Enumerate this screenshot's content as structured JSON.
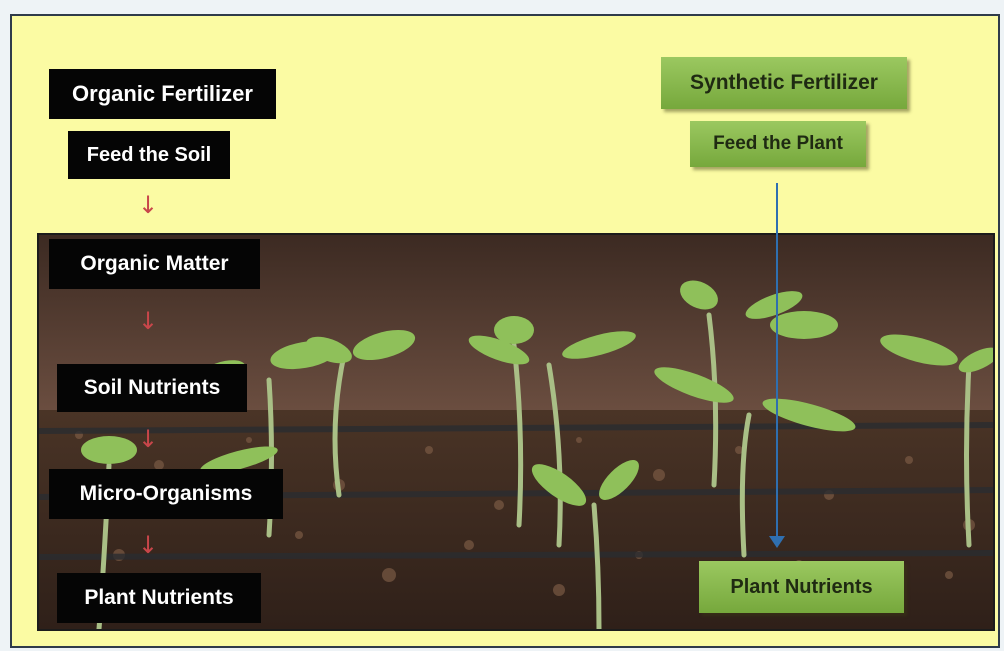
{
  "organic": {
    "title": "Organic Fertilizer",
    "subtitle": "Feed the Soil",
    "steps": [
      "Organic Matter",
      "Soil Nutrients",
      "Micro-Organisms",
      "Plant Nutrients"
    ]
  },
  "synthetic": {
    "title": "Synthetic Fertilizer",
    "subtitle": "Feed the Plant",
    "result": "Plant Nutrients"
  },
  "colors": {
    "background": "#fbfba3",
    "organic_label_bg": "#050505",
    "synthetic_label_bg": "#86b84c",
    "organic_arrow": "#c8464a",
    "synthetic_arrow": "#2f6fb0"
  }
}
